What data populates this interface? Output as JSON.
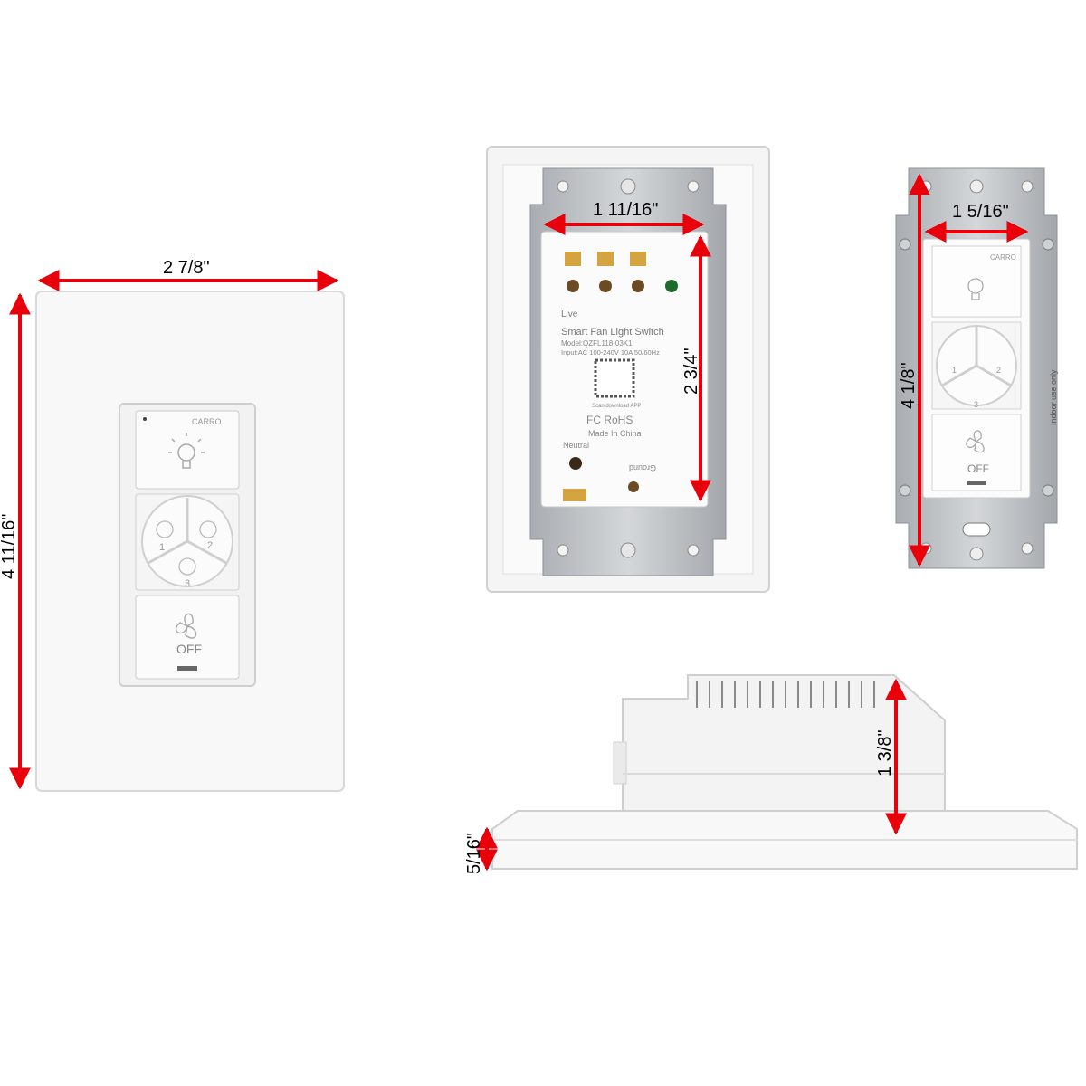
{
  "dimensions": {
    "plate_width": "2 7/8\"",
    "plate_height": "4 11/16\"",
    "back_width": "1 11/16\"",
    "back_height": "2 3/4\"",
    "strap_width": "1 5/16\"",
    "strap_height": "4 1/8\"",
    "body_depth": "1 3/8\"",
    "plate_depth": "5/16\""
  },
  "device": {
    "brand": "CARRO",
    "off_label": "OFF",
    "speed_1": "1",
    "speed_2": "2",
    "speed_3": "3"
  },
  "back_label": {
    "live": "Live",
    "title": "Smart Fan Light Switch",
    "model": "Model:QZFL118-03K1",
    "input": "Input:AC 100-240V 10A 50/60Hz",
    "scan": "Scan download APP",
    "certs": "FC RoHS",
    "made_in": "Made In China",
    "neutral": "Neutral",
    "ground": "Ground"
  },
  "strap_text": {
    "indoor": "Indoor use only"
  },
  "colors": {
    "arrow": "#e8000b",
    "plate": "#f7f7f7",
    "metal": "#b9bcbf"
  }
}
